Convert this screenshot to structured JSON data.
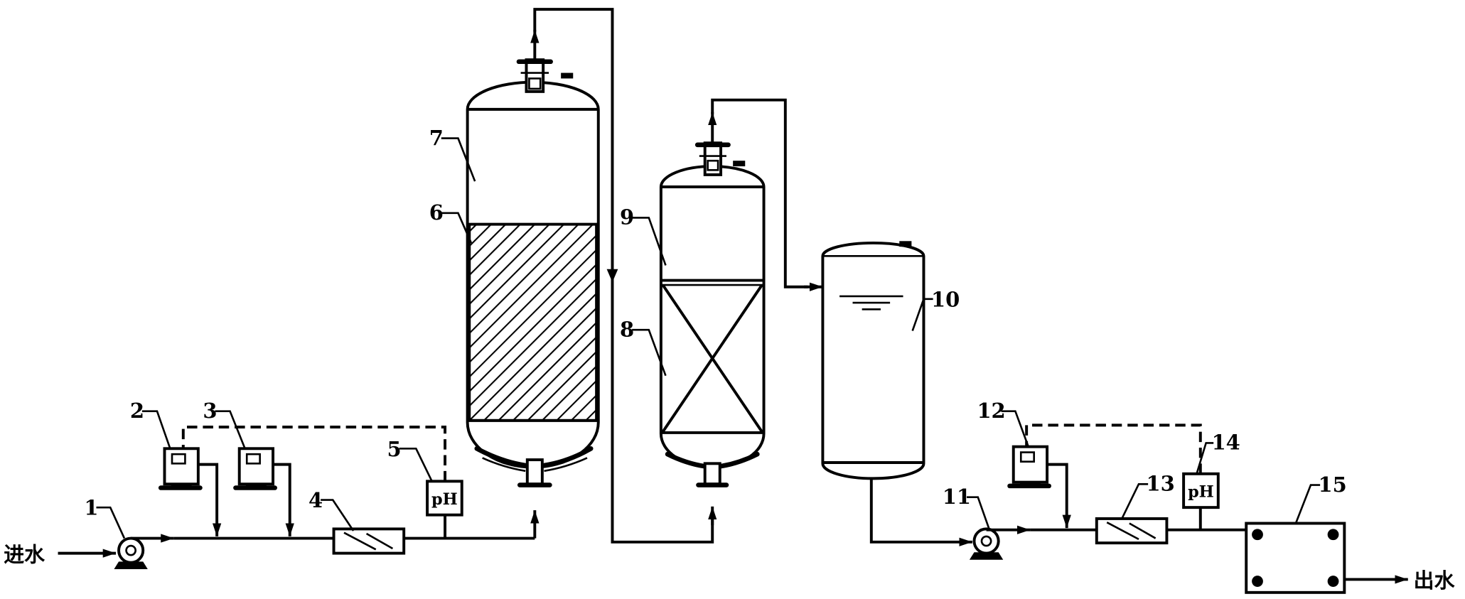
{
  "labels": {
    "inlet": "进水",
    "outlet": "出水",
    "ph_5": "pH",
    "ph_14": "pH"
  },
  "callouts": {
    "1": "1",
    "2": "2",
    "3": "3",
    "4": "4",
    "5": "5",
    "6": "6",
    "7": "7",
    "8": "8",
    "9": "9",
    "10": "10",
    "11": "11",
    "12": "12",
    "13": "13",
    "14": "14",
    "15": "15"
  },
  "colors": {
    "line": "#000000",
    "background": "#ffffff"
  }
}
